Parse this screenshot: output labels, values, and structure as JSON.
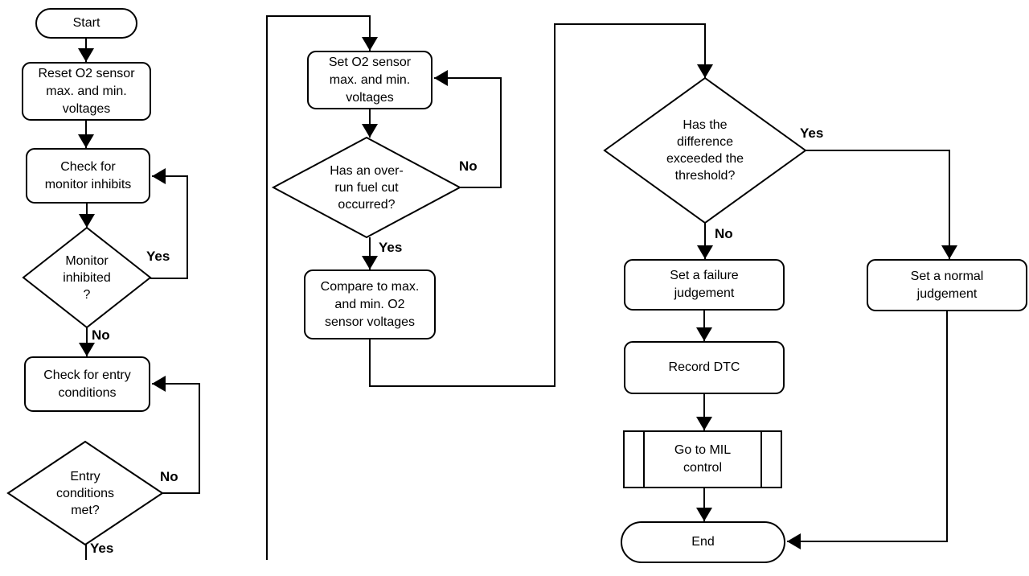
{
  "diagram": {
    "nodes": {
      "start": {
        "type": "terminator",
        "label": "Start"
      },
      "reset_o2": {
        "type": "process",
        "label": "Reset O2 sensor\nmax. and min.\nvoltages"
      },
      "check_monitor": {
        "type": "process",
        "label": "Check for\nmonitor inhibits"
      },
      "monitor_inhibited": {
        "type": "decision",
        "label": "Monitor\ninhibited\n?"
      },
      "check_entry": {
        "type": "process",
        "label": "Check for entry\nconditions"
      },
      "entry_met": {
        "type": "decision",
        "label": "Entry\nconditions\nmet?"
      },
      "set_o2": {
        "type": "process",
        "label": "Set O2 sensor\nmax. and min.\nvoltages"
      },
      "overrun_fuel_cut": {
        "type": "decision",
        "label": "Has an over-\nrun fuel cut\noccurred?"
      },
      "compare": {
        "type": "process",
        "label": "Compare to max.\nand min. O2\nsensor voltages"
      },
      "threshold": {
        "type": "decision",
        "label": "Has the\ndifference\nexceeded the\nthreshold?"
      },
      "failure_judgement": {
        "type": "process",
        "label": "Set a failure\njudgement"
      },
      "record_dtc": {
        "type": "process",
        "label": "Record DTC"
      },
      "mil_control": {
        "type": "predefined",
        "label": "Go to MIL\ncontrol"
      },
      "end": {
        "type": "terminator",
        "label": "End"
      },
      "normal_judgement": {
        "type": "process",
        "label": "Set a normal\njudgement"
      }
    },
    "edge_labels": {
      "monitor_yes": "Yes",
      "monitor_no": "No",
      "entry_no": "No",
      "entry_yes": "Yes",
      "overrun_no": "No",
      "overrun_yes": "Yes",
      "threshold_yes": "Yes",
      "threshold_no": "No"
    },
    "colors": {
      "line": "#000000",
      "background": "#ffffff",
      "text": "#000000"
    }
  }
}
